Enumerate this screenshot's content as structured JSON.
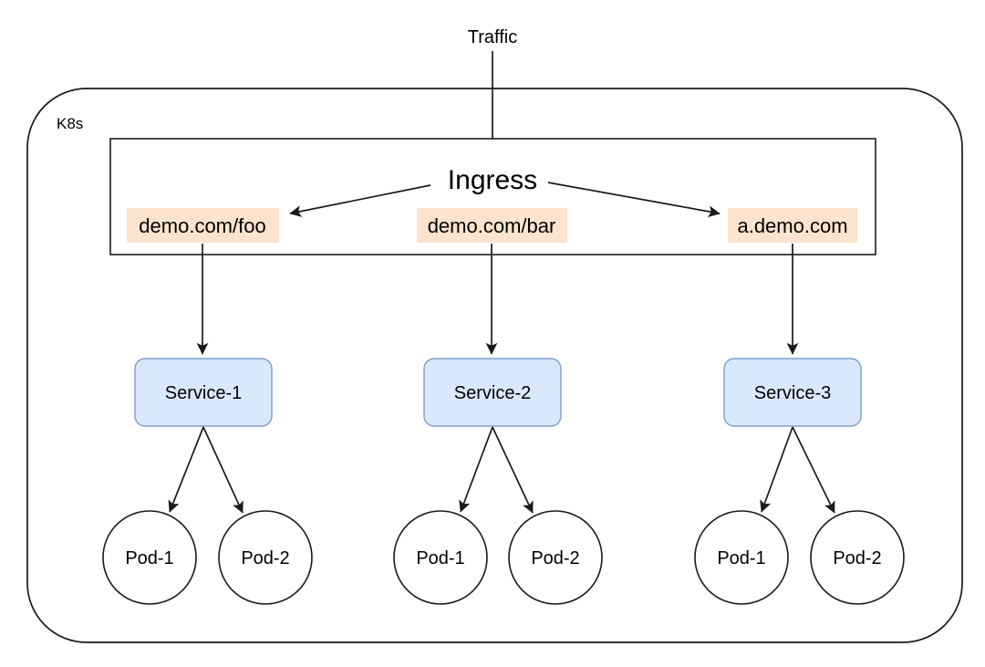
{
  "diagram": {
    "traffic_label": "Traffic",
    "cluster_label": "K8s",
    "ingress": {
      "title": "Ingress",
      "rules": [
        {
          "label": "demo.com/foo"
        },
        {
          "label": "demo.com/bar"
        },
        {
          "label": "a.demo.com"
        }
      ]
    },
    "services": [
      {
        "label": "Service-1",
        "pods": [
          {
            "label": "Pod-1"
          },
          {
            "label": "Pod-2"
          }
        ]
      },
      {
        "label": "Service-2",
        "pods": [
          {
            "label": "Pod-1"
          },
          {
            "label": "Pod-2"
          }
        ]
      },
      {
        "label": "Service-3",
        "pods": [
          {
            "label": "Pod-1"
          },
          {
            "label": "Pod-2"
          }
        ]
      }
    ],
    "colors": {
      "rule_bg": "#FBE3CD",
      "service_bg": "#DAE8FC",
      "service_border": "#7D9FCC",
      "line": "#1A1A1A",
      "text": "#000000",
      "canvas_bg": "#FFFFFF"
    }
  }
}
